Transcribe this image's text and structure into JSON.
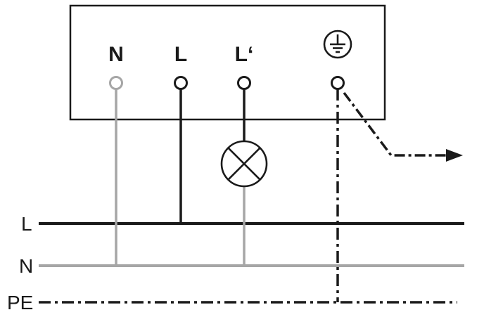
{
  "diagram": {
    "title": "relay-output-wiring-diagram",
    "device": {
      "terminals": [
        {
          "label": "N",
          "type": "neutral-terminal"
        },
        {
          "label": "L",
          "type": "line-terminal"
        },
        {
          "label": "L‘",
          "type": "switched-line-terminal"
        },
        {
          "label": "",
          "type": "earth-ground-terminal",
          "icon": "earth-ground-icon"
        }
      ]
    },
    "load": {
      "symbol": "lamp",
      "icon": "lamp-icon"
    },
    "bus_lines": [
      {
        "label": "L",
        "style": "solid",
        "color": "#1a1a1a"
      },
      {
        "label": "N",
        "style": "solid",
        "color": "#a6a6a6"
      },
      {
        "label": "PE",
        "style": "dash-dot",
        "color": "#1a1a1a"
      }
    ],
    "arrow": {
      "icon": "direction-arrow-icon",
      "style": "dash-dot",
      "direction": "right"
    },
    "colors": {
      "conductor": "#1a1a1a",
      "neutral": "#a6a6a6",
      "background": "#ffffff"
    }
  }
}
